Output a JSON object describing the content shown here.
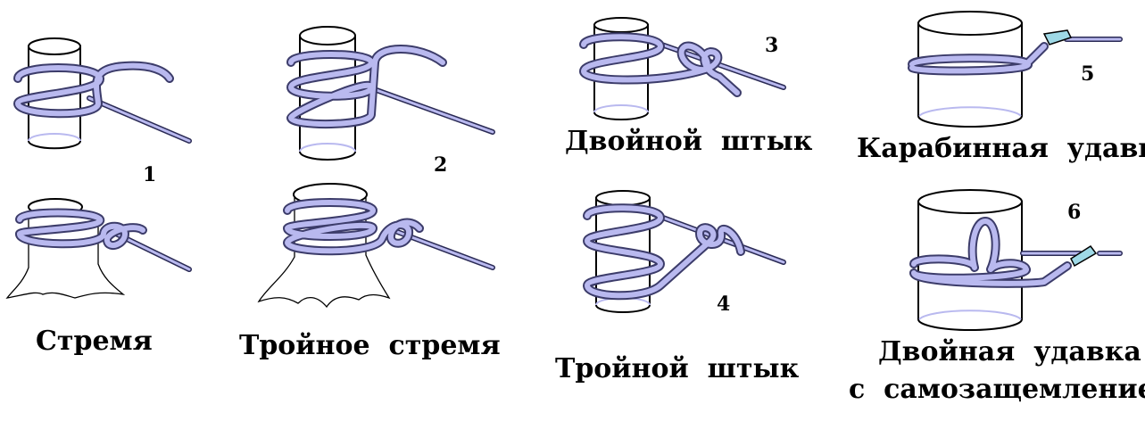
{
  "colors": {
    "rope": "#b9b9ef",
    "rope_outline": "#3c3c6a",
    "carabiner": "#9fd9e6"
  },
  "numbers": {
    "n1": "1",
    "n2": "2",
    "n3": "3",
    "n4": "4",
    "n5": "5",
    "n6": "6"
  },
  "labels": {
    "stirrup": "Стремя",
    "triple_stirrup": "Тройное  стремя",
    "double_hitch": "Двойной  штык",
    "triple_hitch": "Тройной  штык",
    "carabiner_bowline": "Карабинная  удавка",
    "double_bowline_line1": "Двойная  удавка",
    "double_bowline_line2": "с  самозащемлением"
  }
}
